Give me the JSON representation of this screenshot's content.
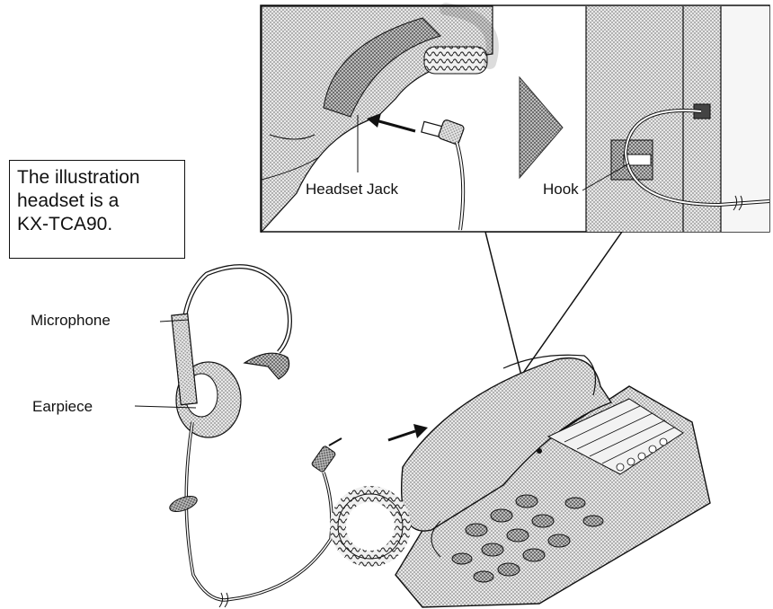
{
  "note": {
    "lines": [
      "The illustration",
      "headset is a",
      "KX-TCA90."
    ]
  },
  "labels": {
    "headset_jack": "Headset Jack",
    "hook": "Hook",
    "microphone": "Microphone",
    "earpiece": "Earpiece"
  },
  "icons": [
    "headset",
    "telephone",
    "plug",
    "arrow",
    "triangle-arrow",
    "hook"
  ],
  "colors": {
    "shade": "#cfcfcf",
    "ink": "#111111"
  }
}
